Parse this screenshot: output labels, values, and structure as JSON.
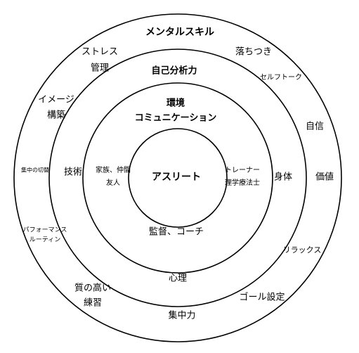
{
  "rings": {
    "outer": {
      "title": "メンタルスキル",
      "items": {
        "stress": [
          "ストレス",
          "管理"
        ],
        "ochitsuki": "落ちつき",
        "self_talk": "セルフトーク",
        "image": [
          "イメージ",
          "構築"
        ],
        "jishin": "自信",
        "shuchu_kirikae": "集中の切替",
        "kachi": "価値",
        "performance": [
          "パフォーマンス",
          "ルーティン"
        ],
        "relax": "リラックス",
        "quality_practice": [
          "質の高い",
          "練習"
        ],
        "goal": "ゴール設定",
        "shuchuryoku": "集中力"
      }
    },
    "second": {
      "title": "自己分析力",
      "items": {
        "gijutsu": "技術",
        "shintai": "身体",
        "shinri": "心理"
      }
    },
    "third": {
      "title": [
        "環境",
        "コミュニケーション"
      ],
      "items": {
        "family": [
          "家族、仲間",
          "友人"
        ],
        "trainer": [
          "トレーナー",
          "理学療法士"
        ],
        "coach": "監督、コーチ"
      }
    },
    "center": {
      "title": "アスリート"
    }
  }
}
